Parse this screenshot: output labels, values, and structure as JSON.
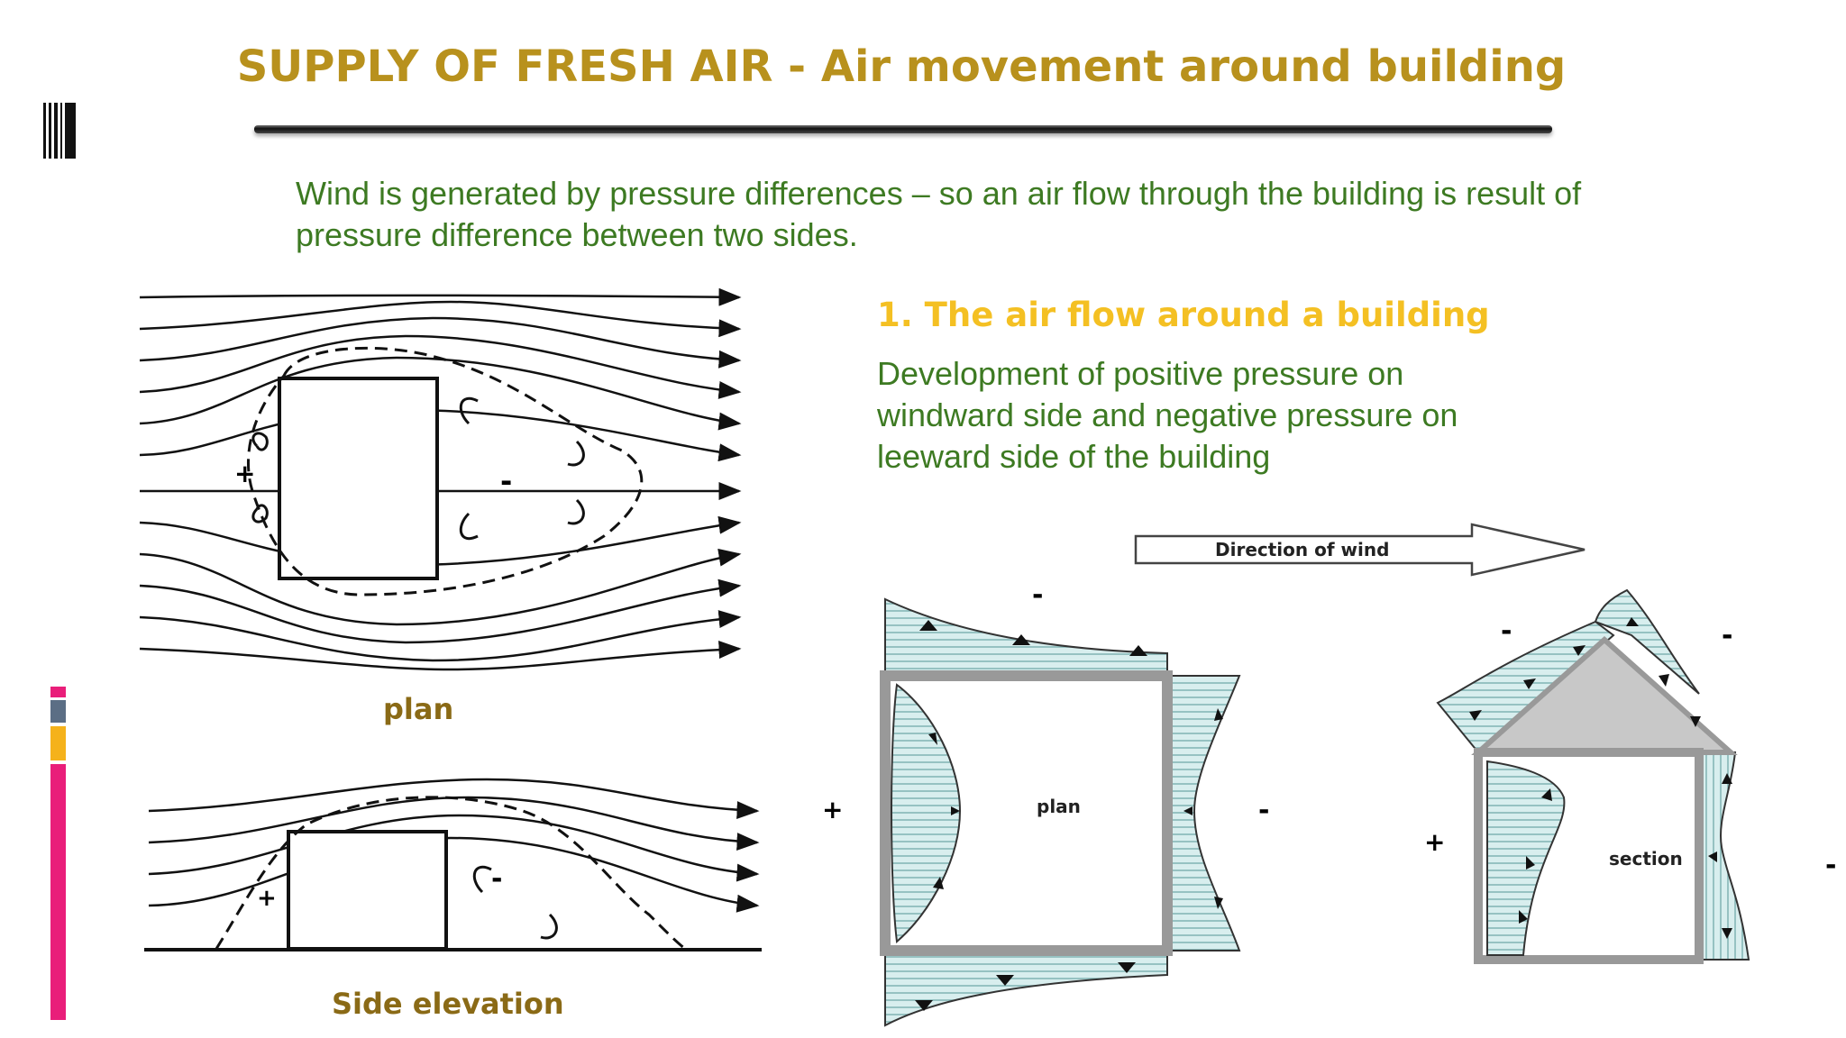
{
  "slide": {
    "title": "SUPPLY OF FRESH AIR - Air movement  around building",
    "intro": "Wind is generated by pressure differences – so an air flow through the building is result of pressure difference between two sides.",
    "accent_colors": [
      "#e91e7a",
      "#5b6e85",
      "#f5b21b",
      "#e91e7a"
    ]
  },
  "left_diagrams": {
    "plan_caption": "plan",
    "elevation_caption": "Side elevation",
    "plan_marks": {
      "positive": "+",
      "negative": "-"
    },
    "elevation_marks": {
      "positive": "+",
      "negative": "-"
    }
  },
  "right_section": {
    "heading": "1. The air flow around a building",
    "text": "Development of positive pressure on windward side and negative pressure on leeward side of the building",
    "wind_arrow_label": "Direction of wind",
    "plan_label": "plan",
    "section_label": "section",
    "signs": {
      "positive": "+",
      "negative": "-"
    },
    "colors": {
      "hatch": "#cfe8e8",
      "hatch_line": "#6aa8a8",
      "wall": "#aaaaaa",
      "roof": "#c8c8c8"
    }
  }
}
